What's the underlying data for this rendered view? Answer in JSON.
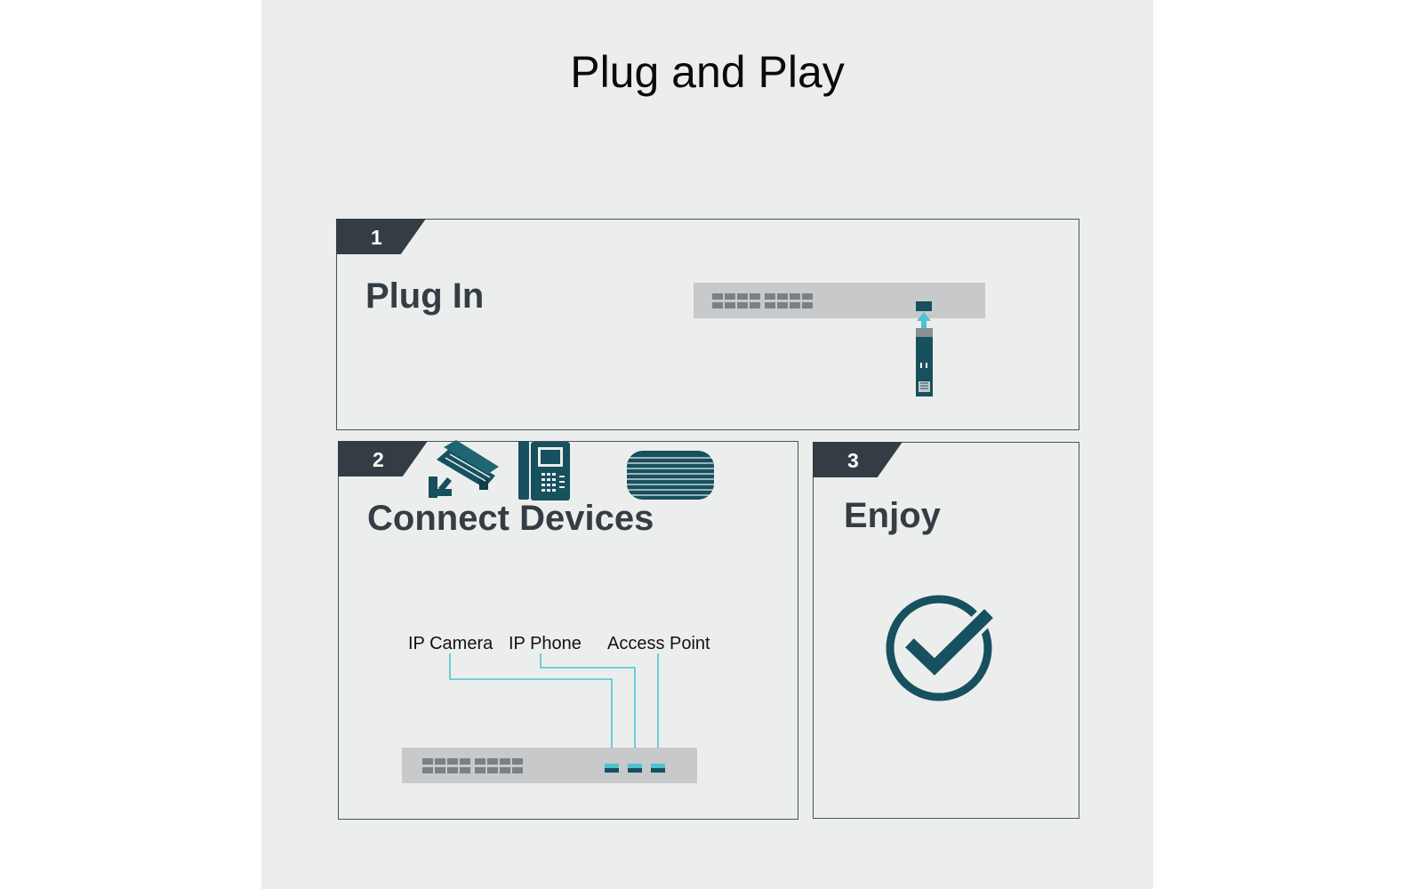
{
  "page": {
    "title": "Plug and Play"
  },
  "steps": [
    {
      "number": "1",
      "title": "Plug In"
    },
    {
      "number": "2",
      "title": "Connect Devices"
    },
    {
      "number": "3",
      "title": "Enjoy"
    }
  ],
  "devices": [
    {
      "label": "IP Camera",
      "icon": "ip-camera-icon"
    },
    {
      "label": "IP Phone",
      "icon": "ip-phone-icon"
    },
    {
      "label": "Access Point",
      "icon": "access-point-icon"
    }
  ],
  "colors": {
    "background": "#eceeed",
    "panel_border": "#4a5257",
    "tab_fill": "#343d43",
    "icon_teal": "#17505e",
    "cable_cyan": "#4fc3d0",
    "switch_gray": "#c7c9ca",
    "port_gray": "#7b8084"
  }
}
